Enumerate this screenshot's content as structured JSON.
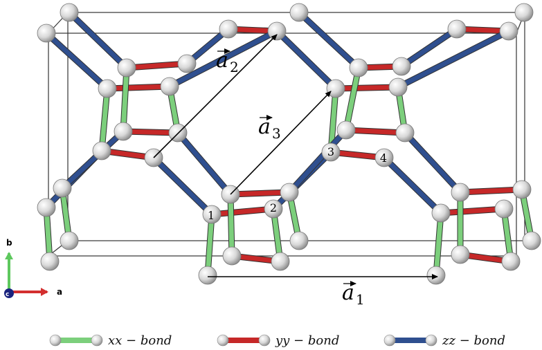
{
  "vectors": {
    "a1": {
      "letter": "a",
      "sub": "1"
    },
    "a2": {
      "letter": "a",
      "sub": "2"
    },
    "a3": {
      "letter": "a",
      "sub": "3"
    }
  },
  "site_labels": [
    "1",
    "2",
    "3",
    "4"
  ],
  "axes": {
    "b": "b",
    "a": "a",
    "c": "c"
  },
  "legend": [
    {
      "label": "xx − bond",
      "color": "#7ccf7c"
    },
    {
      "label": "yy − bond",
      "color": "#c62828"
    },
    {
      "label": "zz − bond",
      "color": "#2f4f8f"
    }
  ],
  "colors": {
    "xx": "#7ccf7c",
    "yy": "#c62828",
    "zz": "#2f4f8f",
    "atom": "#e6e6e6",
    "cell": "#222222"
  }
}
